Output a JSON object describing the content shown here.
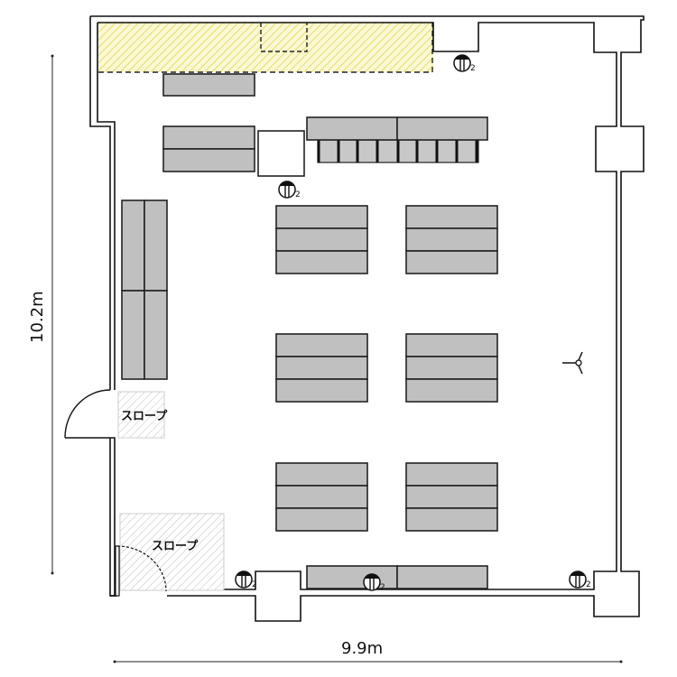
{
  "title": "Floor plan",
  "dimensions": {
    "height": "10.2m",
    "width": "9.9m"
  },
  "slopes": [
    {
      "label": "スロープ"
    },
    {
      "label": "スロープ"
    }
  ],
  "outlets": [
    {
      "count": "2"
    },
    {
      "count": "2"
    },
    {
      "count": "2"
    },
    {
      "count": "2"
    },
    {
      "count": "2"
    }
  ],
  "colors": {
    "table": "#c0c0c0",
    "reserved_area": "#f3ef9a",
    "slope_hatch": "#bdbdbd"
  }
}
